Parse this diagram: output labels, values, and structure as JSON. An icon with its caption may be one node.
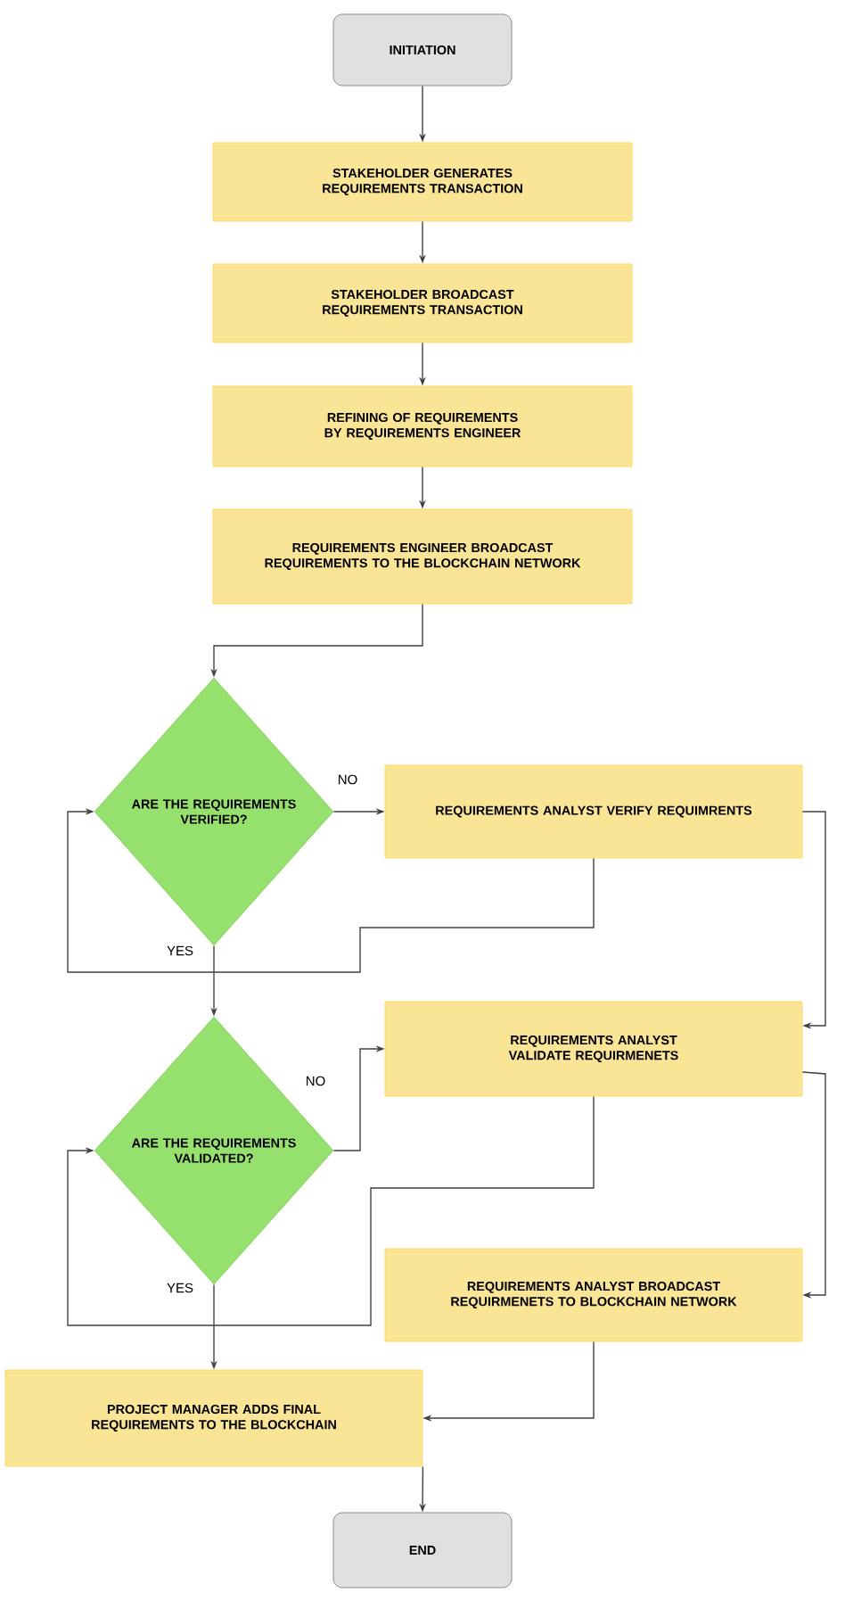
{
  "diagram": {
    "nodes": [
      {
        "text": [
          "INITIATION"
        ]
      },
      {
        "text": [
          "STAKEHOLDER GENERATES REQUIREMENTS TRANSACTION"
        ]
      },
      {
        "text": [
          "STAKEHOLDER BROADCAST REQUIREMENTS TRANSACTION"
        ]
      },
      {
        "text": [
          "REFINING OF REQUIREMENTS BY REQUIREMENTS ENGINEER"
        ]
      },
      {
        "text": [
          "REQUIREMENTS ENGINEER BROADCAST REQUIREMENTS TO THE BLOCKCHAIN NETWORK"
        ]
      },
      {
        "text": [
          "ARE THE REQUIREMENTS VERIFIED?"
        ]
      },
      {
        "text": [
          "REQUIREMENTS ANALYST VERIFY REQUIMRENTS"
        ]
      },
      {
        "text": [
          "ARE THE REQUIREMENTS VALIDATED?"
        ]
      },
      {
        "text": [
          "REQUIREMENTS ANALYST VALIDATE REQUIRMENETS"
        ]
      },
      {
        "text": [
          "REQUIREMENTS ANALYST BROADCAST REQUIRMENETS TO BLOCKCHAIN NETWORK"
        ]
      },
      {
        "text": [
          "PROJECT MANAGER ADDS FINAL REQUIREMENTS TO THE BLOCKCHAIN"
        ]
      },
      {
        "text": [
          "END"
        ]
      }
    ],
    "edges": [
      {
        "from": 0,
        "to": 1,
        "arrow": "to"
      },
      {
        "from": 1,
        "to": 2,
        "arrow": "to"
      },
      {
        "from": 2,
        "to": 3,
        "arrow": "to"
      },
      {
        "from": 3,
        "to": 4,
        "arrow": "to"
      },
      {
        "from": 4,
        "to": 5,
        "arrow": "to"
      },
      {
        "from": 5,
        "to": 6,
        "arrow": "to",
        "label": "NO"
      },
      {
        "from": 5,
        "to": 7,
        "arrow": "to",
        "label": "YES"
      },
      {
        "from": 6,
        "to": 5,
        "arrow": "to"
      },
      {
        "from": 6,
        "to": 8,
        "arrow": "to"
      },
      {
        "from": 7,
        "to": 8,
        "arrow": "to",
        "label": "NO"
      },
      {
        "from": 8,
        "to": 7,
        "arrow": "to"
      },
      {
        "from": 8,
        "to": 9,
        "arrow": "to"
      },
      {
        "from": 7,
        "to": 10,
        "arrow": "to",
        "label": "YES"
      },
      {
        "from": 9,
        "to": 10,
        "arrow": "to"
      },
      {
        "from": 10,
        "to": 11,
        "arrow": "to"
      }
    ]
  }
}
